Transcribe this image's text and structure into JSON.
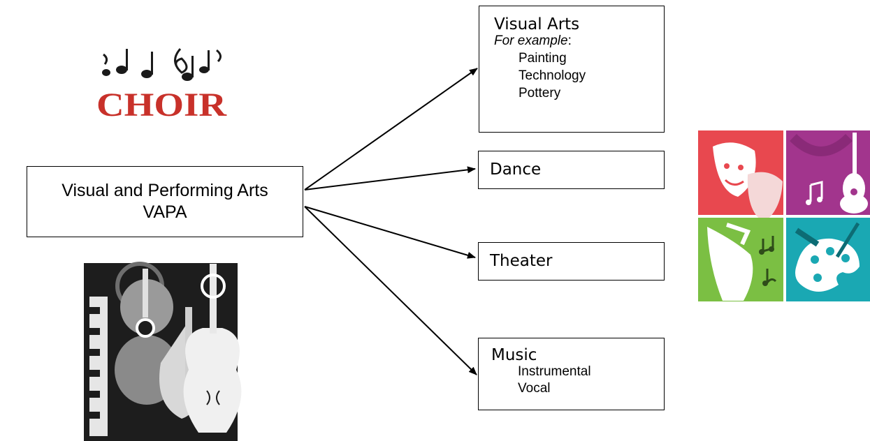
{
  "root": {
    "line1": "Visual and Performing Arts",
    "line2": "VAPA"
  },
  "branches": {
    "visual_arts": {
      "title": "Visual Arts",
      "subtitle_em": "For example",
      "subtitle_tail": ":",
      "items": [
        "Painting",
        "Technology",
        "Pottery"
      ]
    },
    "dance": {
      "title": "Dance"
    },
    "theater": {
      "title": "Theater"
    },
    "music": {
      "title": "Music",
      "items": [
        "Instrumental",
        "Vocal"
      ]
    }
  },
  "logos": {
    "choir": {
      "text": "CHOIR"
    }
  },
  "colors": {
    "choir_red": "#c8312a",
    "drama_red": "#e8484f",
    "guitar_purple": "#a2358d",
    "dance_green": "#7bbf43",
    "palette_teal": "#1aa8b3"
  },
  "images": {
    "choir_logo": "music-notes-choir-logo",
    "instruments": "musical-instruments-collage",
    "arts_icons": "arts-icon-tiles"
  }
}
